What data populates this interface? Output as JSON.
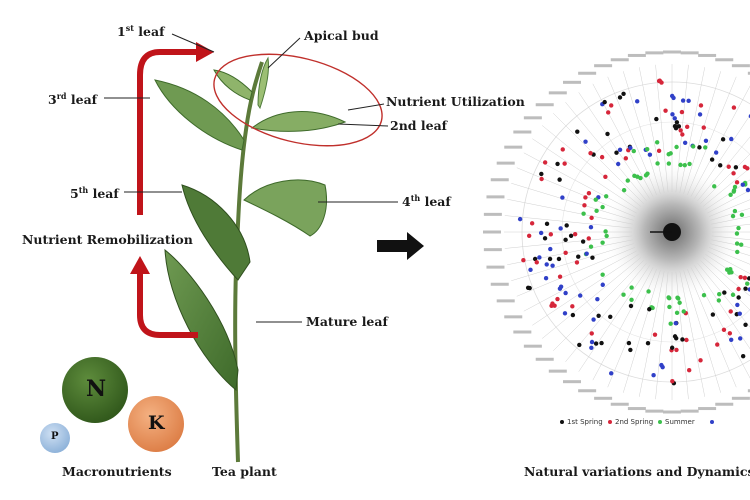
{
  "labels": {
    "leaf1_num": "1",
    "leaf1_sup": "st",
    "leaf1_word": "leaf",
    "leaf3_num": "3",
    "leaf3_sup": "rd",
    "leaf3_word": "leaf",
    "leaf5_num": "5",
    "leaf5_sup": "th",
    "leaf5_word": "leaf",
    "leaf4_num": "4",
    "leaf4_sup": "th",
    "leaf4_word": "leaf",
    "apical_bud": "Apical bud",
    "nutrient_utilization": "Nutrient Utilization",
    "leaf2": "2nd leaf",
    "nutrient_remobilization": "Nutrient Remobilization",
    "mature_leaf": "Mature leaf",
    "tea_plant": "Tea plant",
    "macronutrients": "Macronutrients",
    "n_label": "N",
    "k_label": "K",
    "p_label": "P",
    "caption": "Natural variations  and Dynamics o"
  },
  "colors": {
    "arrow_red": "#c0141a",
    "leaf_green": "#4e7a3a",
    "n_green": "#3f6b24",
    "k_orange": "#e9955f",
    "p_blue": "#a9c7e6",
    "ellipse_red": "#c0302c",
    "dot_black": "#111111",
    "dot_red": "#d6263a",
    "dot_green": "#3cc04c",
    "dot_blue": "#3040c8"
  },
  "legend": {
    "items": [
      "1st Spring",
      "2nd Spring",
      "Summer",
      ""
    ]
  },
  "icons": [
    "arrow-right-icon"
  ]
}
